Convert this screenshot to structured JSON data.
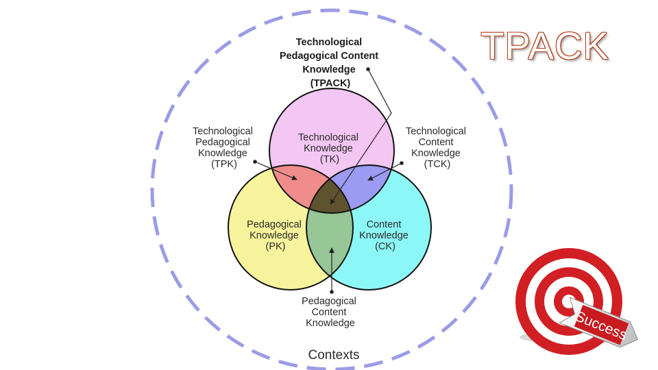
{
  "title": "TPACK",
  "diagram": {
    "tpack": [
      "Technological",
      "Pedagogical Content",
      "Knowledge",
      "(TPACK)"
    ],
    "tk": [
      "Technological",
      "Knowledge",
      "(TK)"
    ],
    "pk": [
      "Pedagogical",
      "Knowledge",
      "(PK)"
    ],
    "ck": [
      "Content",
      "Knowledge",
      "(CK)"
    ],
    "tpk": [
      "Technological",
      "Pedagogical",
      "Knowledge",
      "(TPK)"
    ],
    "tck": [
      "Technological",
      "Content",
      "Knowledge",
      "(TCK)"
    ],
    "pck": [
      "Pedagogical",
      "Content",
      "Knowledge"
    ],
    "contexts": "Contexts"
  },
  "target_badge": "Success",
  "colors": {
    "outer_dash": "#9b9be6",
    "tk": "#f3c6f3",
    "pk": "#f7f39c",
    "ck": "#8cf7f7",
    "tk_pk": "#f08c8c",
    "tk_ck": "#9b9bf3",
    "pk_ck": "#97c697",
    "center": "#5f532f",
    "title": "#b23a16",
    "target_red": "#d11f24"
  }
}
